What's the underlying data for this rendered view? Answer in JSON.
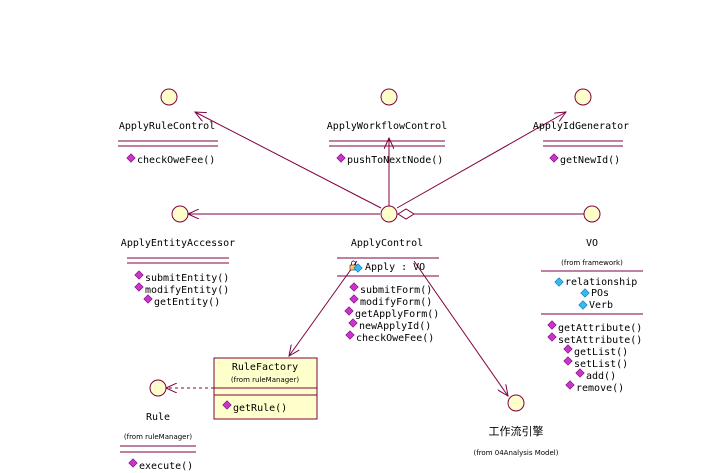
{
  "classes": {
    "apply_rule_control": {
      "name": "ApplyRuleControl",
      "operations": [
        "checkOweFee()"
      ]
    },
    "apply_workflow_control": {
      "name": "ApplyWorkflowControl",
      "operations": [
        "pushToNextNode()"
      ]
    },
    "apply_id_generator": {
      "name": "ApplyIdGenerator",
      "operations": [
        "getNewId()"
      ]
    },
    "apply_entity_accessor": {
      "name": "ApplyEntityAccessor",
      "operations": [
        "submitEntity()",
        "modifyEntity()",
        "getEntity()"
      ]
    },
    "apply_control": {
      "name": "ApplyControl",
      "attributes": [
        "Apply : VO"
      ],
      "operations": [
        "submitForm()",
        "modifyForm()",
        "getApplyForm()",
        "newApplyId()",
        "checkOweFee()"
      ]
    },
    "vo": {
      "name": "VO",
      "package": "(from framework)",
      "attributes": [
        "relationship",
        "POs",
        "Verb"
      ],
      "operations": [
        "getAttribute()",
        "setAttribute()",
        "getList()",
        "setList()",
        "add()",
        "remove()"
      ]
    },
    "rule_factory": {
      "name": "RuleFactory",
      "package": "(from ruleManager)",
      "operations": [
        "getRule()"
      ]
    },
    "rule": {
      "name": "Rule",
      "package": "(from ruleManager)",
      "operations": [
        "execute()"
      ]
    },
    "workflow_engine": {
      "name": "工作流引擎",
      "package": "(from 04Analysis Model)"
    }
  },
  "colors": {
    "line": "#800040",
    "circle_fill": "#ffffcc",
    "class_box_fill": "#ffffcc",
    "operation_icon": "#cc33cc",
    "attribute_icon": "#33bbee"
  }
}
